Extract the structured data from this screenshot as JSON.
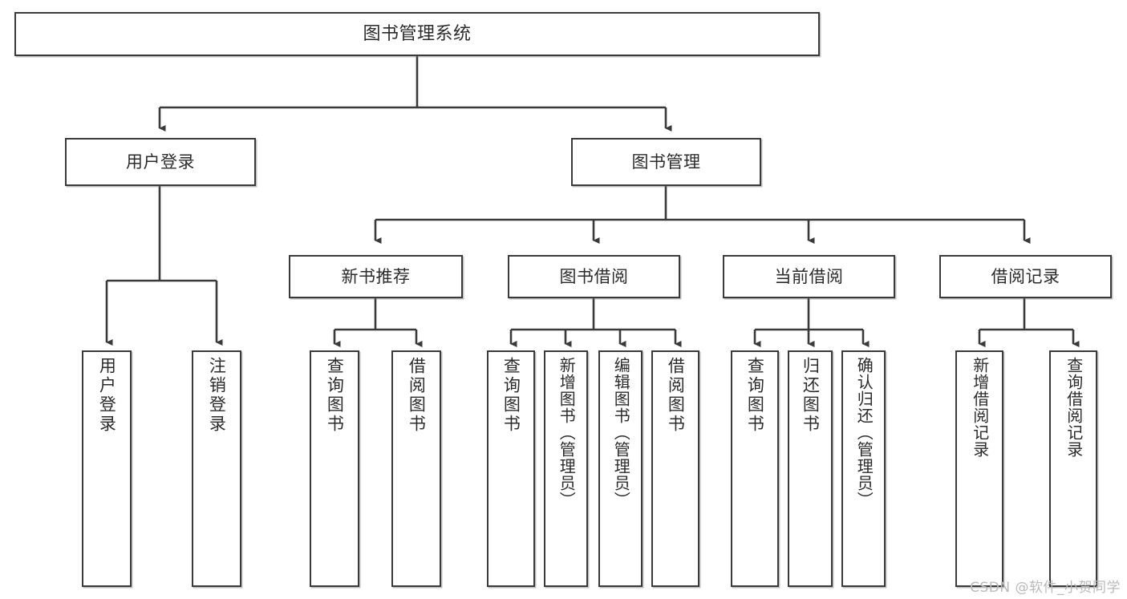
{
  "diagram": {
    "title": "图书管理系统",
    "type": "tree-hierarchy-diagram",
    "colors": {
      "background": "#ffffff",
      "box_border": "#3a3a3a",
      "box_fill": "#ffffff",
      "text": "#2b2b2b",
      "edge": "#3a3a3a",
      "watermark": "#b9b9b9"
    },
    "root": {
      "label": "图书管理系统"
    },
    "level2": [
      {
        "label": "用户登录"
      },
      {
        "label": "图书管理"
      }
    ],
    "level3": [
      {
        "label": "新书推荐"
      },
      {
        "label": "图书借阅"
      },
      {
        "label": "当前借阅"
      },
      {
        "label": "借阅记录"
      }
    ],
    "leaves": {
      "user_login": [
        {
          "label": "用户登录"
        },
        {
          "label": "注销登录"
        }
      ],
      "new_book_recommend": [
        {
          "label": "查询图书"
        },
        {
          "label": "借阅图书"
        }
      ],
      "book_borrow": [
        {
          "label": "查询图书"
        },
        {
          "label": "新增图书（管理员）"
        },
        {
          "label": "编辑图书（管理员）"
        },
        {
          "label": "借阅图书"
        }
      ],
      "current_borrow": [
        {
          "label": "查询图书"
        },
        {
          "label": "归还图书"
        },
        {
          "label": "确认归还（管理员）"
        }
      ],
      "borrow_records": [
        {
          "label": "新增借阅记录"
        },
        {
          "label": "查询借阅记录"
        }
      ]
    }
  },
  "watermark": {
    "text": "CSDN @软件_小贺同学"
  }
}
